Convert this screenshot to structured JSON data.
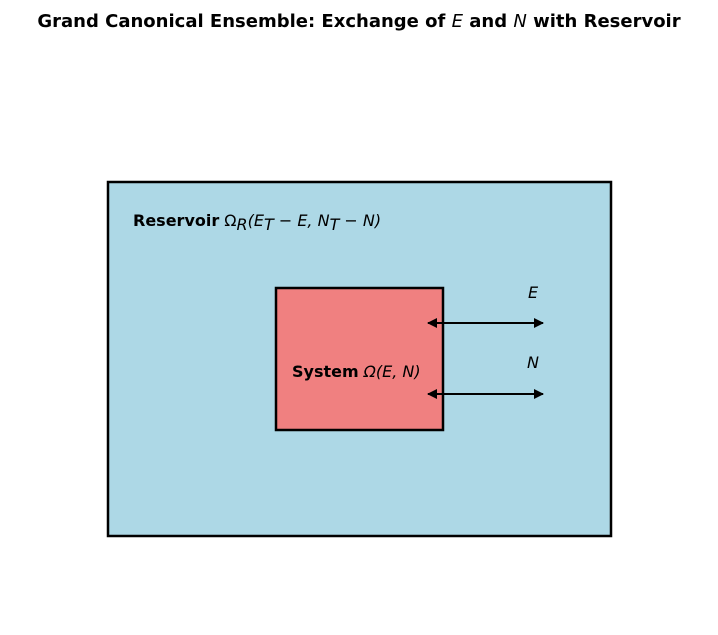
{
  "title": {
    "prefix": "Grand Canonical Ensemble: Exchange of ",
    "var_e": "E",
    "middle": " and ",
    "var_n": "N",
    "suffix": " with Reservoir"
  },
  "reservoir": {
    "label": "Reservoir",
    "omega": "Ω",
    "subscript": "R",
    "args": "(E",
    "args_sub_t1": "T",
    "args_mid": " − E, N",
    "args_sub_t2": "T",
    "args_end": " − N)",
    "fill_color": "#add8e6",
    "border_color": "#000000"
  },
  "system": {
    "label": "System",
    "formula": "Ω(E, N)",
    "fill_color": "#f08080",
    "border_color": "#000000"
  },
  "exchanges": [
    {
      "label": "E"
    },
    {
      "label": "N"
    }
  ]
}
